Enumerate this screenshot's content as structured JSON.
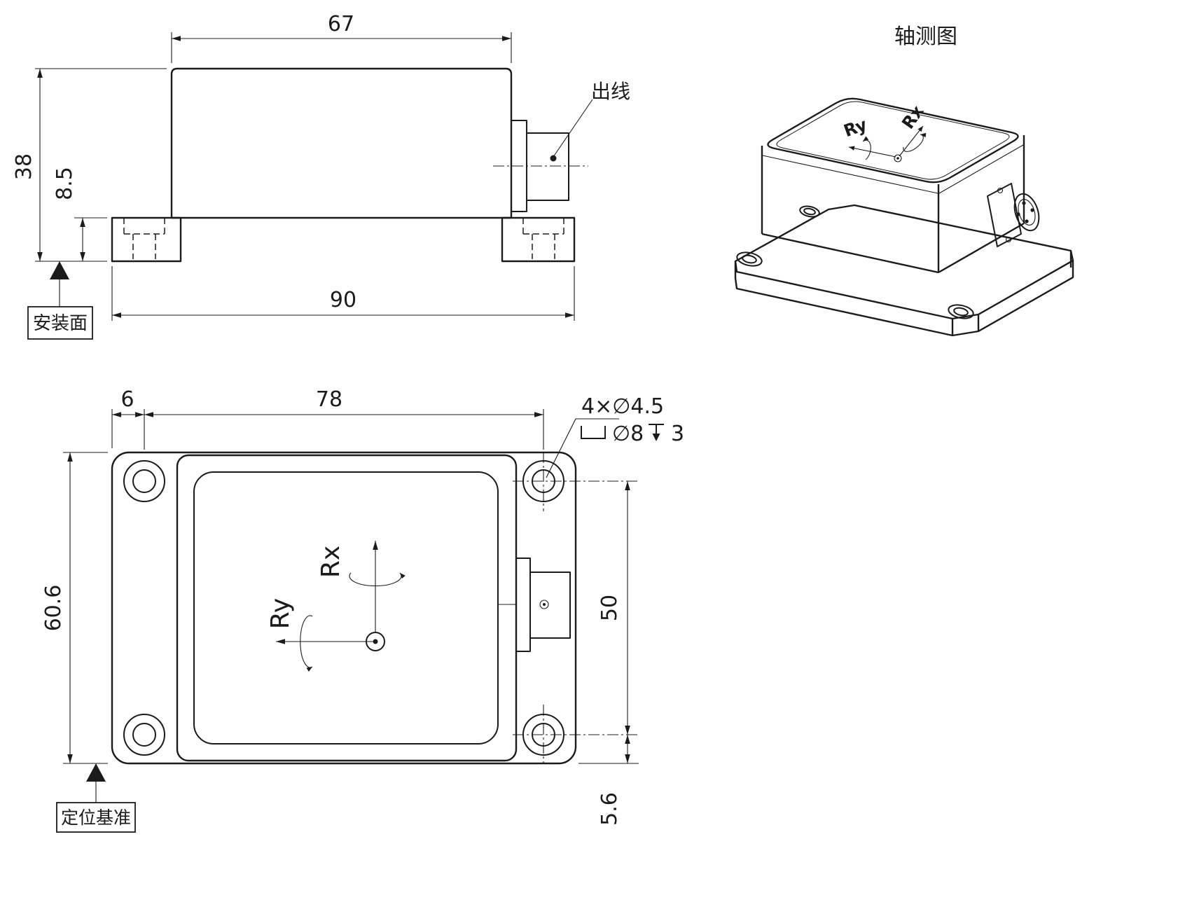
{
  "colors": {
    "line": "#1b1b1b",
    "background": "#ffffff"
  },
  "front_view": {
    "dims": {
      "top_width": "67",
      "height": "38",
      "foot_height": "8.5",
      "base_width": "90"
    },
    "labels": {
      "cable_outlet": "出线",
      "mounting_surface": "安装面"
    }
  },
  "axonometric_view": {
    "title": "轴测图",
    "axes": {
      "rx": "Rx",
      "ry": "Ry"
    }
  },
  "plan_view": {
    "dims": {
      "edge_to_hole": "6",
      "hole_span_width": "78",
      "plate_depth": "60.6",
      "hole_span_depth": "50",
      "hole_to_bottom_edge": "5.6"
    },
    "callout": {
      "holes": "4×∅4.5",
      "counterbore_dia": "∅8",
      "counterbore_depth": "3"
    },
    "labels": {
      "locating_datum": "定位基准"
    },
    "axes": {
      "rx": "Rx",
      "ry": "Ry"
    }
  }
}
